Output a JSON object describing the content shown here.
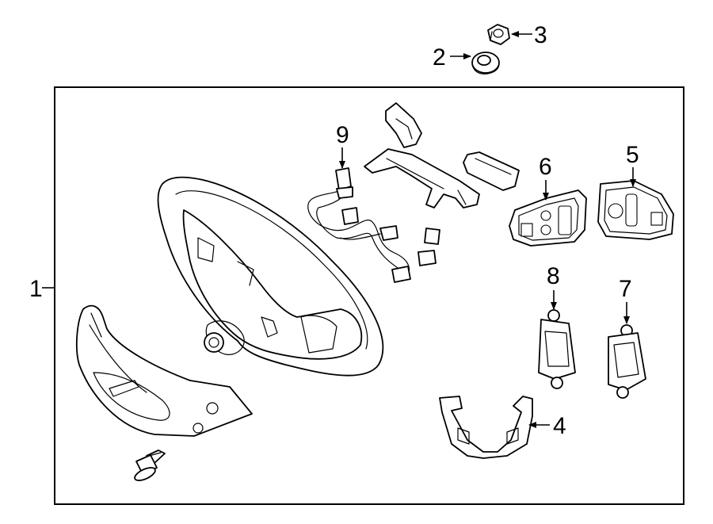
{
  "callouts": {
    "p1": "1",
    "p2": "2",
    "p3": "3",
    "p4": "4",
    "p5": "5",
    "p6": "6",
    "p7": "7",
    "p8": "8",
    "p9": "9"
  },
  "colors": {
    "line": "#000000",
    "background": "#ffffff"
  }
}
